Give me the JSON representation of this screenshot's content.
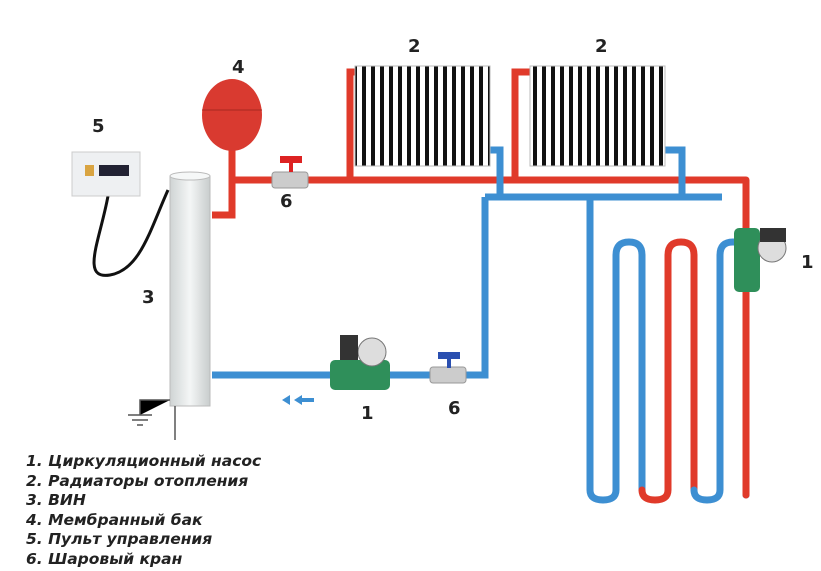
{
  "colors": {
    "hot": "#e03a2a",
    "cold": "#3d8fd2",
    "heater": "#e8ecec",
    "tank": "#d93a30"
  },
  "labels": {
    "radiator_a": "2",
    "radiator_b": "2",
    "tank": "4",
    "control": "5",
    "valve_top": "6",
    "valve_bottom": "6",
    "heater": "3",
    "pump_bottom": "1",
    "pump_right": "1"
  },
  "legend": [
    "1. Циркуляционный насос",
    "2. Радиаторы отопления",
    "3. ВИН",
    "4. Мембранный бак",
    "5. Пульт управления",
    "6. Шаровый кран"
  ]
}
